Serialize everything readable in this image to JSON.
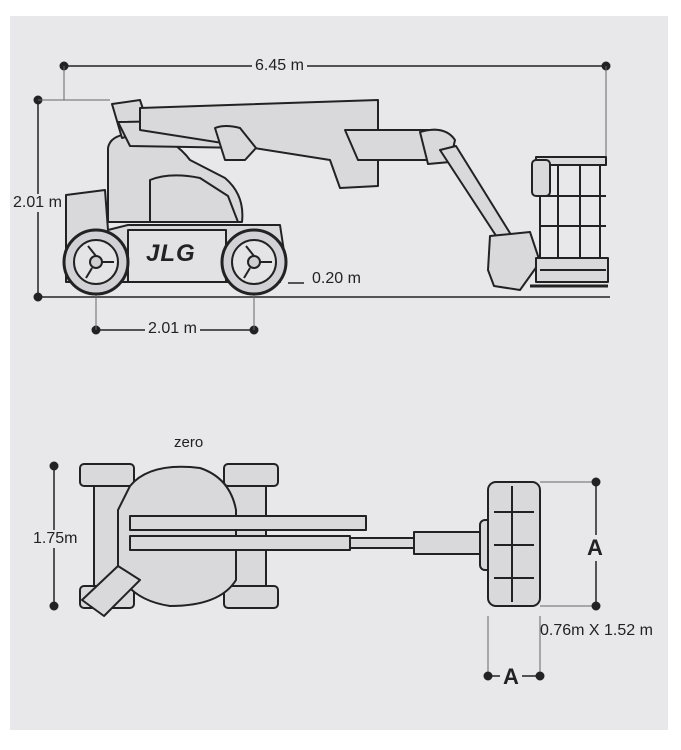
{
  "side_view": {
    "overall_length": "6.45 m",
    "stowed_height": "2.01 m",
    "wheelbase": "2.01 m",
    "ground_clearance": "0.20 m",
    "brand": "JLG"
  },
  "top_view": {
    "swing_label": "zero",
    "overall_width": "1.75m",
    "platform_dimension_label": "A",
    "platform_size": "0.76m X 1.52 m"
  },
  "colors": {
    "background": "#e8e8ea",
    "line": "#222222",
    "fill": "#d9d9dc"
  }
}
